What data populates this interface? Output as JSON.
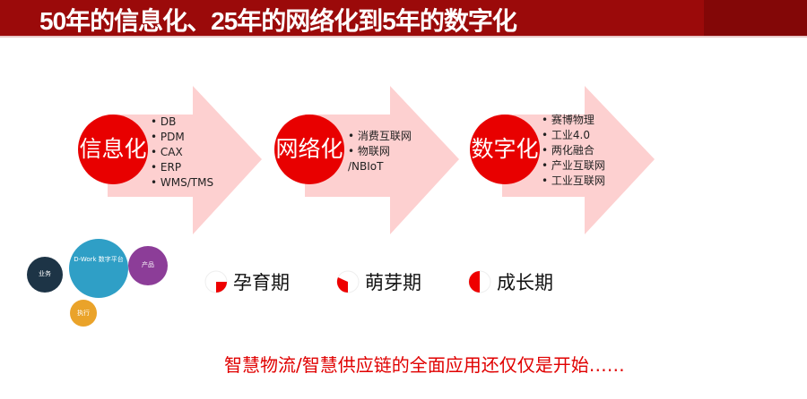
{
  "header": {
    "title": "50年的信息化、25年的网络化到5年的数字化"
  },
  "stages": [
    {
      "label": "信息化",
      "items": [
        "DB",
        "PDM",
        "CAX",
        "ERP",
        "WMS/TMS"
      ]
    },
    {
      "label": "网络化",
      "items": [
        "消费互联网",
        "物联网 /NBIoT"
      ]
    },
    {
      "label": "数字化",
      "items": [
        "赛博物理",
        "工业4.0",
        "两化融合",
        "产业互联网",
        "工业互联网"
      ]
    }
  ],
  "phases": [
    {
      "label": "孕育期",
      "fill": 0.25
    },
    {
      "label": "萌芽期",
      "fill": 0.35
    },
    {
      "label": "成长期",
      "fill": 0.5
    }
  ],
  "gears": {
    "center": "D-Work 数字平台",
    "left": "业务",
    "right": "产品",
    "bottom": "执行"
  },
  "footer": "智慧物流/智慧供应链的全面应用还仅仅是开始……",
  "colors": {
    "title_bg": "#9b0a0a",
    "accent": "#e80000",
    "arrow": "#fdd0d0"
  }
}
